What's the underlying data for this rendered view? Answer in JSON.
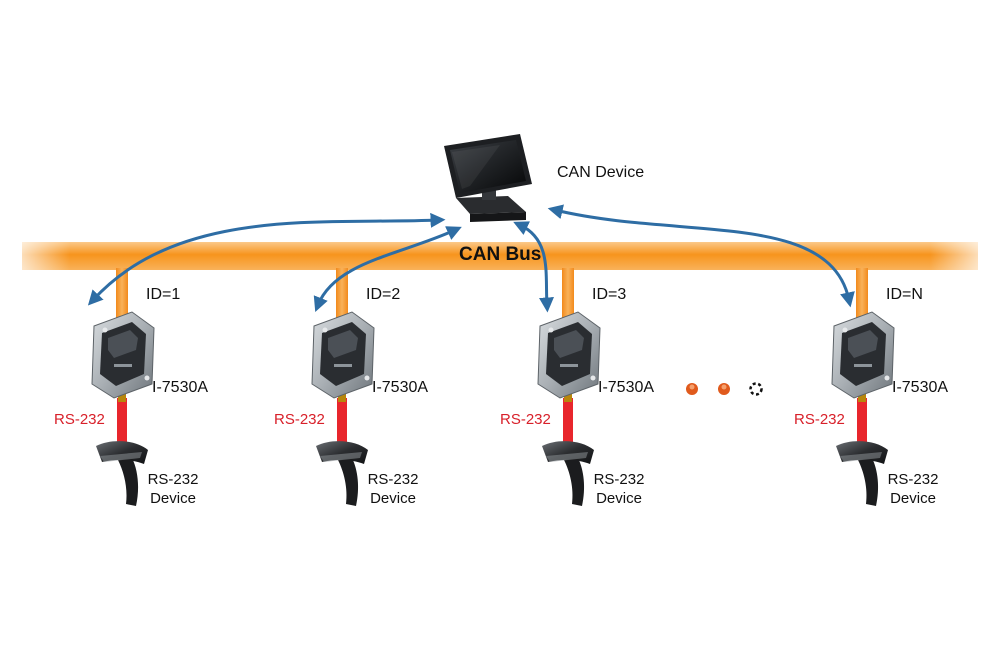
{
  "can_device": {
    "label": "CAN Device"
  },
  "bus": {
    "label": "CAN Bus"
  },
  "nodes": [
    {
      "id": "ID=1",
      "model": "I-7530A",
      "serial": "RS-232",
      "device_line1": "RS-232",
      "device_line2": "Device"
    },
    {
      "id": "ID=2",
      "model": "I-7530A",
      "serial": "RS-232",
      "device_line1": "RS-232",
      "device_line2": "Device"
    },
    {
      "id": "ID=3",
      "model": "I-7530A",
      "serial": "RS-232",
      "device_line1": "RS-232",
      "device_line2": "Device"
    },
    {
      "id": "ID=N",
      "model": "I-7530A",
      "serial": "RS-232",
      "device_line1": "RS-232",
      "device_line2": "Device"
    }
  ],
  "colors": {
    "bus": "#f7941d",
    "bus_light": "#fbc98a",
    "serial_line": "#e8262c",
    "arrow": "#2e6da4",
    "ellipsis_dot": "#e05a1c"
  }
}
